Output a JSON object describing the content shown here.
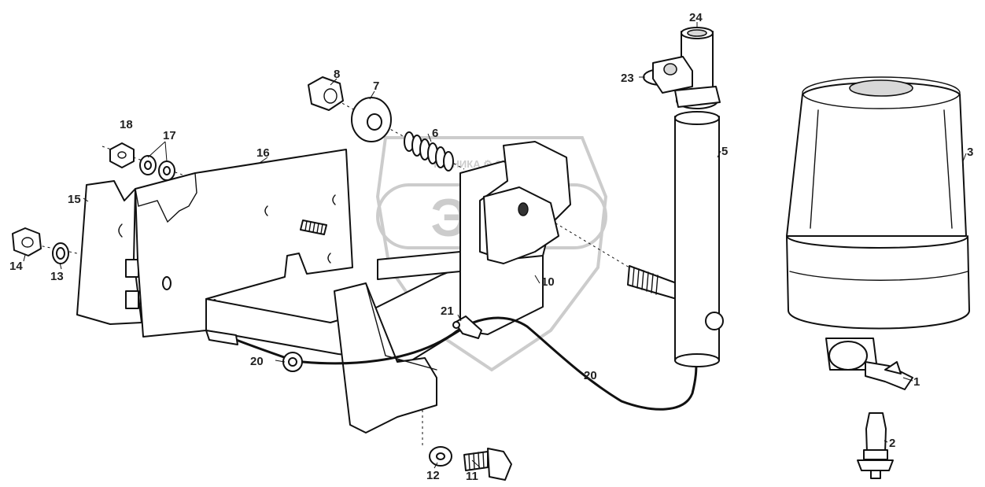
{
  "watermark": {
    "letters": "ЭПФ",
    "caption": "ТЕХНИКА ⚙ ЗАПЧАСТИ"
  },
  "callouts": {
    "c1": "1",
    "c2": "2",
    "c3": "3",
    "c5": "5",
    "c6": "6",
    "c7": "7",
    "c8": "8",
    "c10": "10",
    "c11": "11",
    "c12": "12",
    "c13": "13",
    "c14": "14",
    "c15": "15",
    "c16": "16",
    "c17": "17",
    "c18": "18",
    "c20a": "20",
    "c20b": "20",
    "c21": "21",
    "c23": "23",
    "c24": "24"
  },
  "colors": {
    "line": "#111111",
    "watermark": "#cccccc",
    "background": "#ffffff"
  }
}
